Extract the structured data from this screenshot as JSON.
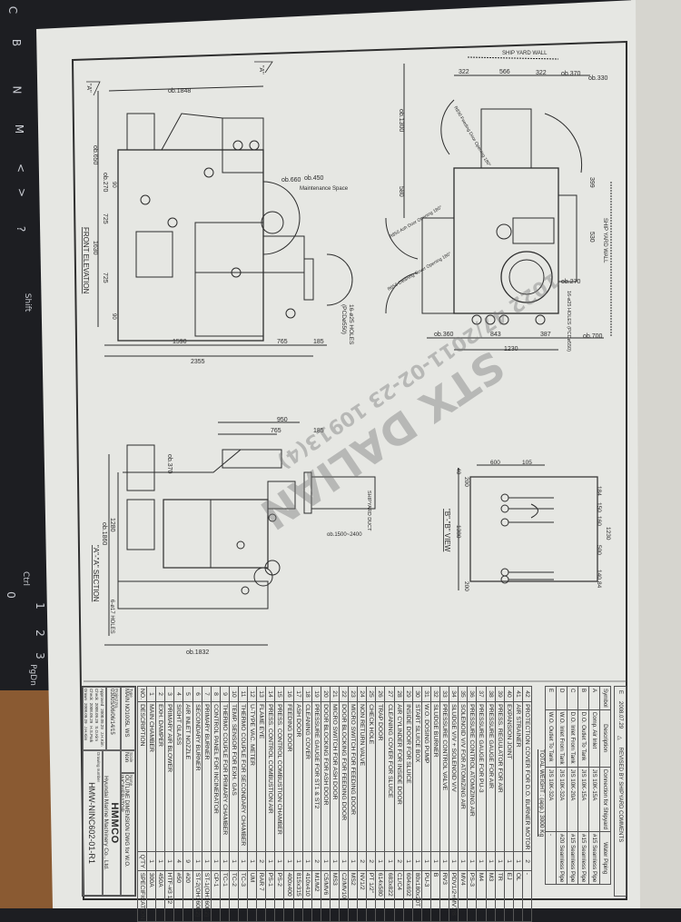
{
  "keyboard": {
    "keys": [
      "C",
      "B",
      "N",
      "M",
      "<",
      ">",
      "?",
      "Shift",
      "Ctrl",
      "1",
      "2",
      "3",
      "PgDn",
      "0"
    ]
  },
  "colors": {
    "paper": "#e6e7e3",
    "ink": "#2c2c2c",
    "watermark": "#9a9a9a",
    "keyboard": "#1d1e22",
    "desk": "#8a5a32"
  },
  "front_elevation": {
    "title": "FRONT ELEVATION",
    "section_mark": "\"A\"",
    "dims": {
      "overall_height": "ob.1848",
      "w_total": "2355",
      "w1": "1590",
      "w2": "765",
      "w3": "185",
      "h_total": "1630",
      "h1": "725",
      "h2": "725",
      "top": "ob.650",
      "t1": "ob.270",
      "t2": "90",
      "bottom": "90",
      "blower": "ob.660",
      "clear": "ob.450"
    },
    "maintenance": "Maintenance Space",
    "holes": "16-ø25 HOLES",
    "pcd": "(PCDø550)"
  },
  "side_view": {
    "ship_yard_wall_top": "SHIP YARD WALL",
    "ship_yard_wall_side": "SHIP YARD WALL",
    "top_dims": [
      "322",
      "566",
      "322",
      "ob.370",
      "ob.330"
    ],
    "bottom_dims": [
      "ob.360",
      "843",
      "387",
      "ob.700"
    ],
    "bottom_total": "1230",
    "height": "ob.1300",
    "h2": "580",
    "r1": "399",
    "r2": "530",
    "r3": "ob.270",
    "door1": "R830 Feeding Door Opening 180°",
    "door2": "R850 Ash Door Opening 180°",
    "door3": "R650 Cleaning Cover Opening 180°",
    "holes": "16-ø25 HOLES (PCDø550)"
  },
  "section_aa": {
    "title": "\"A\"-\"A\" SECTION",
    "dims": {
      "d950": "950",
      "d765": "765",
      "d185": "185",
      "h1860": "ob.1860",
      "h1280": "1280",
      "h370": "ob.370",
      "w1832": "ob.1832"
    },
    "holes": "6-ø17 HOLES",
    "duct": "SHIPYARD DUCT",
    "duct_len": "ob.1500~2400"
  },
  "view_bb": {
    "title": "\"B\"-\"B\" VIEW",
    "dims": {
      "d600": "600",
      "d105": "105",
      "h1380": "1380",
      "d40": "40",
      "d200a": "200",
      "d200b": "200",
      "w1230": "1230"
    },
    "pitch": [
      "184",
      "150",
      "160",
      "500",
      "140",
      "84"
    ]
  },
  "watermark": {
    "line1": "STX DALIAN",
    "line2": "1022 47/2011-02-23 10913(4)"
  },
  "revisions": {
    "note": "REVISED BY SHIPYARD COMMENTS",
    "date": "2008.07.29",
    "marks": [
      "E",
      "D",
      "C"
    ]
  },
  "connections": {
    "headers": [
      "Symbol",
      "Description",
      "Connection for Shipyard",
      "Water Piping"
    ],
    "rows": [
      [
        "A",
        "Comp. Air Inlet",
        "JIS 10K-15A",
        "#15 Seamless Pipe"
      ],
      [
        "B",
        "D.O. Outlet To Tank",
        "JIS 10K-15A",
        "#15 Seamless Pipe"
      ],
      [
        "C",
        "D.O. Inlet From Tank",
        "JIS 10K-20A",
        "#15 Seamless Pipe"
      ],
      [
        "D",
        "W.O. Inlet From Tank",
        "JIS 10K-32A",
        "#20 Seamless Pipe"
      ],
      [
        "E",
        "W.O. Outlet To Tank",
        "JIS 10K-32A",
        "-"
      ]
    ]
  },
  "total_weight": "TOTAL WEIGHT : (app.) 3000 Kg",
  "parts": {
    "headers": [
      "NO.",
      "DESCRIPTION",
      "Q'TY",
      "SPECIFICATION"
    ],
    "rows": [
      [
        "42",
        "PROTECTION COVER FOR D.O. BURNER MOTOR",
        "2",
        "-"
      ],
      [
        "41",
        "AIR STRAINER",
        "1",
        "OL"
      ],
      [
        "40",
        "EXPANSION JOINT",
        "1",
        "EJ"
      ],
      [
        "39",
        "PRESS. REGULATOR FOR AIR",
        "1",
        "TR"
      ],
      [
        "38",
        "PRESSURE GAUGE FOR AIR",
        "1",
        "M3"
      ],
      [
        "37",
        "PRESSURE GAUGE FOR PU-3",
        "1",
        "M4"
      ],
      [
        "36",
        "PRESSURE CONTROL ATOMIZING AIR",
        "1",
        "PS-3"
      ],
      [
        "35",
        "SOLENOID V/V FOR ATOMIZING AIR",
        "1",
        "MV4"
      ],
      [
        "34",
        "SLUDGE V/V + SOLENOID V/V",
        "1",
        "PDV1/2+MV7/8"
      ],
      [
        "33",
        "PRESSURE CONTROL VALVE",
        "1",
        "RV3"
      ],
      [
        "32",
        "SLUDGE BURNER",
        "1",
        "B"
      ],
      [
        "31",
        "W.O. DOSING PUMP",
        "1",
        "PU-3"
      ],
      [
        "30",
        "START SLUICE BOX",
        "1",
        "80x180x20T"
      ],
      [
        "29",
        "INSIDE DOOR FOR SLUICE",
        "1",
        "604x692"
      ],
      [
        "28",
        "AIR CYLINDER FOR INSIDE DOOR",
        "2",
        "C1/C4"
      ],
      [
        "27",
        "CLEANING COVER FOR SLUICE",
        "1",
        "683x822"
      ],
      [
        "26",
        "TRAP DOOR",
        "1",
        "614x580"
      ],
      [
        "25",
        "CHECK HOLE",
        "2",
        "PT 1/2\""
      ],
      [
        "24",
        "NON RETURN VALVE",
        "2",
        "NV1/2"
      ],
      [
        "23",
        "MICRO SWITCH FOR FEEDING DOOR",
        "1",
        "MS2"
      ],
      [
        "22",
        "DOOR BLOCKING FOR FEEDING DOOR",
        "1",
        "C2/MV10"
      ],
      [
        "21",
        "MICRO SWITCH FOR ASH DOOR",
        "1",
        "MS3"
      ],
      [
        "20",
        "DOOR BLOCKING FOR ASH DOOR",
        "1",
        "C5/MV6"
      ],
      [
        "19",
        "PRESSURE GAUGE FOR ST1 & ST2",
        "2",
        "M1/M2"
      ],
      [
        "18",
        "CLEANING COVER",
        "1",
        "410x410"
      ],
      [
        "17",
        "ASH DOOR",
        "1",
        "815x315"
      ],
      [
        "16",
        "FEEDING DOOR",
        "1",
        "400x400"
      ],
      [
        "15",
        "PRESS. CONTROL COMBUSTION CHAMBER",
        "1",
        "PS-2"
      ],
      [
        "14",
        "PRESS. CONTROL COMBUSTION AIR",
        "1",
        "PS-1"
      ],
      [
        "13",
        "FLAME EYE",
        "2",
        "RAR 7"
      ],
      [
        "12",
        "U-TYPE VAC. METER",
        "1",
        "UM"
      ],
      [
        "11",
        "THERMO COUPLE FOR SECONDARY CHAMBER",
        "1",
        "TC-3"
      ],
      [
        "10",
        "TEMP. SENSOR FOR EXH. GAS",
        "1",
        "TC-2"
      ],
      [
        "9",
        "THERMO COUPLE FOR PRIMARY CHAMBER",
        "1",
        "TC-1"
      ],
      [
        "8",
        "CONTROL PANEL FOR INCINERATOR",
        "1",
        "CP-1"
      ],
      [
        "7",
        "PRIMARY BURNER",
        "1",
        "ST-1(OH160E2)"
      ],
      [
        "6",
        "SECONDARY BURNER",
        "1",
        "ST-2(OH160E2)"
      ],
      [
        "5",
        "AIR INLET NOZZLE",
        "9",
        "#20"
      ],
      [
        "4",
        "SIGHT GLASS",
        "4",
        "#50"
      ],
      [
        "3",
        "PRIMARY AIR BLOWER",
        "1",
        "HTF-#3 1/2"
      ],
      [
        "2",
        "EXH. DAMPER",
        "1",
        "450A"
      ],
      [
        "1",
        "MAIN CHAMBER",
        "1",
        "300A"
      ]
    ]
  },
  "title_block": {
    "type_label": "Type",
    "type": "MAIN NO1005L WS",
    "scale_label": "Scale",
    "scale": "Non",
    "name_label": "Name",
    "name": "OUTLINE DIMENSION DWG for W.O. INCINERATOR",
    "project_label": "Project No.",
    "project": "0300S/06/06/14/15",
    "company": "HMMCO",
    "company_sub": "Hyundai Marine Machinery Co., Ltd.",
    "drawing_label": "Drawing number",
    "drawing": "HMW-NINC602-01-R1",
    "approvals": [
      [
        "Approved",
        "2008.09.29",
        "J.H.Kim"
      ],
      [
        "Check",
        "2008.09.29",
        "S.O.Kim"
      ],
      [
        "Check",
        "2008.09.29",
        "H.S.Park"
      ],
      [
        "Drawn",
        "2008.09.29",
        "J.H.Kim"
      ]
    ]
  }
}
